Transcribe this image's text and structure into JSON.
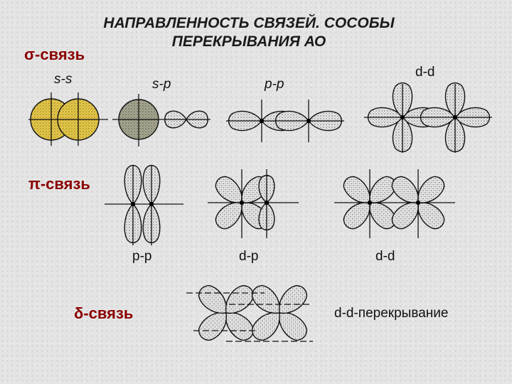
{
  "title": {
    "line1": "НАПРАВЛЕННОСТЬ СВЯЗЕЙ. СОСОБЫ",
    "line2": "ПЕРЕКРЫВАНИЯ АО"
  },
  "sigma": {
    "heading": "σ-связь",
    "ss": "s-s",
    "sp": "s-p",
    "pp": "p-p",
    "dd": "d-d"
  },
  "pi": {
    "heading": "π-связь",
    "pp": "p-p",
    "dp": "d-p",
    "dd": "d-d"
  },
  "delta": {
    "heading": "δ-связь",
    "caption": "d-d-перекрывание"
  },
  "colors": {
    "heading": "#8b0000",
    "s_orbital": "#e3c53a",
    "s_orbital_gray": "#9a9a86",
    "lobe_fill": "#d8d8d8"
  }
}
